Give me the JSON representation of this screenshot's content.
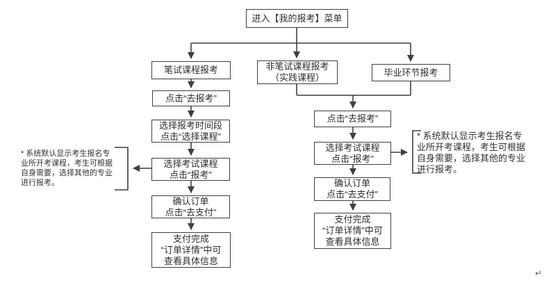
{
  "diagram": {
    "nodes": {
      "start": "进入【我的报考】菜单",
      "written": "笔试课程报考",
      "non_written": "非笔试课程报考\n（实践课程）",
      "graduation": "毕业环节报考",
      "left_click_register": "点击“去报考”",
      "left_select_time": "选择报考时间段\n点击“选择课程”",
      "left_select_course": "选择考试课程\n点击“报考”",
      "left_confirm_order": "确认订单\n点击“去支付”",
      "left_payment_done": "支付完成\n“订单详情”中可\n查看具体信息",
      "right_click_register": "点击“去报考”",
      "right_select_course": "选择考试课程\n点击“报考”",
      "right_confirm_order": "确认订单\n点击“去支付”",
      "right_payment_done": "支付完成\n“订单详情”中可\n查看具体信息"
    },
    "notes": {
      "left": "* 系统默认显示考生报名专\n业所开考课程，考生可根据\n自身需要，选择其他的专业\n进行报考。",
      "right": "* 系统默认显示考生报名专\n业所开考课程，考生可根据\n自身需要，选择其他的专业\n进行报考。"
    },
    "marks": {
      "return_mark": "↵"
    },
    "colors": {
      "line": "#3f3f3f",
      "text": "#2e2e2e",
      "background": "#ffffff"
    }
  }
}
